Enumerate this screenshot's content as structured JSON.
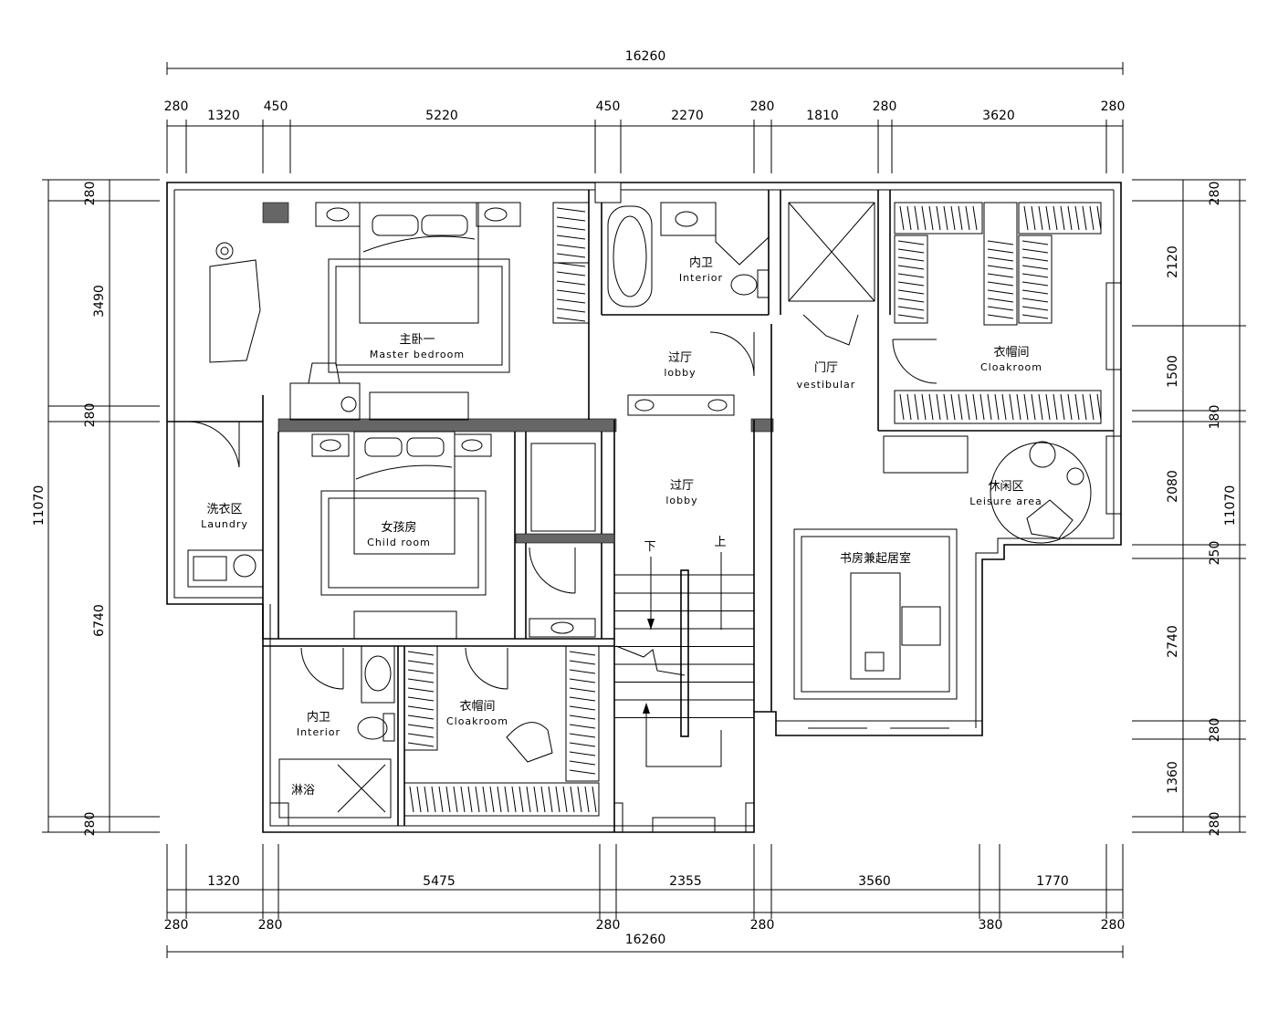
{
  "dimensions": {
    "overall_top": "16260",
    "overall_bottom": "16260",
    "top_row": [
      "280",
      "1320",
      "450",
      "5220",
      "450",
      "2270",
      "280",
      "1810",
      "280",
      "3620",
      "280"
    ],
    "bottom_row1": [
      "1320",
      "5475",
      "2355",
      "3560",
      "1770"
    ],
    "bottom_row2": [
      "280",
      "280",
      "280",
      "280",
      "380",
      "280"
    ],
    "left_overall": "11070",
    "left_row": [
      "280",
      "3490",
      "280",
      "6740",
      "280"
    ],
    "right_overall": "11070",
    "right_row": [
      "280",
      "2120",
      "1500",
      "180",
      "2080",
      "250",
      "2740",
      "280",
      "1360",
      "280"
    ]
  },
  "rooms": {
    "master_zh": "主卧一",
    "master_en": "Master bedroom",
    "interior1_zh": "内卫",
    "interior1_en": "Interior",
    "lobby1_zh": "过厅",
    "lobby1_en": "lobby",
    "vestibule_zh": "门厅",
    "vestibule_en": "vestibular",
    "cloak1_zh": "衣帽间",
    "cloak1_en": "Cloakroom",
    "laundry_zh": "洗衣区",
    "laundry_en": "Laundry",
    "child_zh": "女孩房",
    "child_en": "Child room",
    "lobby2_zh": "过厅",
    "lobby2_en": "lobby",
    "leisure_zh": "休闲区",
    "leisure_en": "Leisure area",
    "study_zh": "书房兼起居室",
    "interior2_zh": "内卫",
    "interior2_en": "Interior",
    "cloak2_zh": "衣帽间",
    "cloak2_en": "Cloakroom",
    "shower_zh": "淋浴",
    "stair_down": "下",
    "stair_up": "上"
  }
}
